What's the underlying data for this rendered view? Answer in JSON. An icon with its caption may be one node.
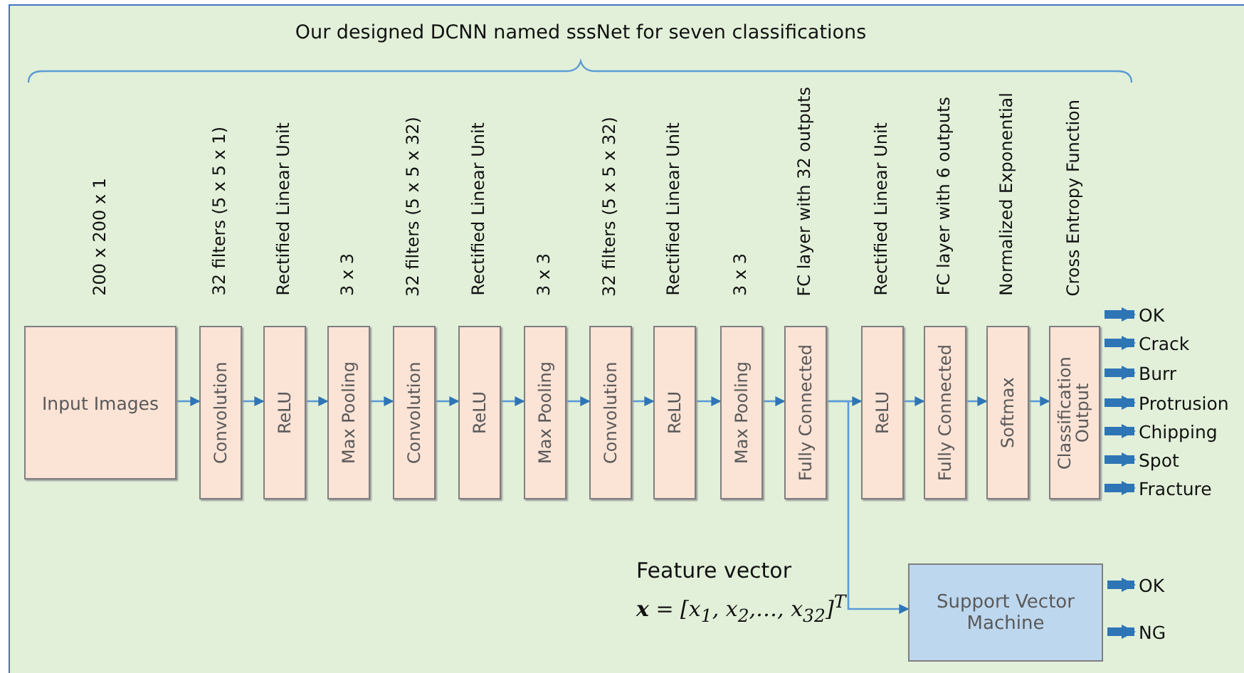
{
  "diagram": {
    "title": "Our designed DCNN named sssNet for seven classifications",
    "nodes": [
      {
        "text": [
          "Input Images"
        ],
        "beside": [
          "200 x 200 x 1"
        ]
      },
      {
        "text": [
          "Convolution"
        ],
        "beside": [
          "32 filters (5 x 5 x 1)"
        ]
      },
      {
        "text": [
          "ReLU"
        ],
        "beside": [
          "Rectified Linear Unit"
        ]
      },
      {
        "text": [
          "Max Pooling"
        ],
        "beside": [
          "3 x 3"
        ]
      },
      {
        "text": [
          "Convolution"
        ],
        "beside": [
          "32 filters (5 x 5 x 32)"
        ]
      },
      {
        "text": [
          "ReLU"
        ],
        "beside": [
          "Rectified Linear Unit"
        ]
      },
      {
        "text": [
          "Max Pooling"
        ],
        "beside": [
          "3 x 3"
        ]
      },
      {
        "text": [
          "Convolution"
        ],
        "beside": [
          "32 filters (5 x 5 x 32)"
        ]
      },
      {
        "text": [
          "ReLU"
        ],
        "beside": [
          "Rectified Linear Unit"
        ]
      },
      {
        "text": [
          "Max Pooling"
        ],
        "beside": [
          "3 x 3"
        ]
      },
      {
        "text": [
          "Fully Connected"
        ],
        "beside": [
          "FC layer with 32 outputs"
        ]
      },
      {
        "text": [
          "ReLU"
        ],
        "beside": [
          "Rectified Linear Unit"
        ]
      },
      {
        "text": [
          "Fully Connected"
        ],
        "beside": [
          "FC layer with 6 outputs"
        ]
      },
      {
        "text": [
          "Softmax"
        ],
        "beside": [
          "Normalized Exponential"
        ]
      },
      {
        "text": [
          "Classification Output"
        ],
        "beside": [
          "Cross Entropy Function"
        ]
      },
      {
        "text": [
          "Support Vector Machine"
        ]
      },
      {
        "text": [
          "OK"
        ]
      },
      {
        "text": [
          "Crack"
        ]
      },
      {
        "text": [
          "Burr"
        ]
      },
      {
        "text": [
          "Protrusion"
        ]
      },
      {
        "text": [
          "Chipping"
        ]
      },
      {
        "text": [
          "Spot"
        ]
      },
      {
        "text": [
          "Fracture"
        ]
      },
      {
        "text": [
          "OK"
        ]
      },
      {
        "text": [
          "NG"
        ]
      }
    ],
    "edges": [
      {
        "from": 0,
        "to": 1,
        "arrow": "to"
      },
      {
        "from": 1,
        "to": 2,
        "arrow": "to"
      },
      {
        "from": 2,
        "to": 3,
        "arrow": "to"
      },
      {
        "from": 3,
        "to": 4,
        "arrow": "to"
      },
      {
        "from": 4,
        "to": 5,
        "arrow": "to"
      },
      {
        "from": 5,
        "to": 6,
        "arrow": "to"
      },
      {
        "from": 6,
        "to": 7,
        "arrow": "to"
      },
      {
        "from": 7,
        "to": 8,
        "arrow": "to"
      },
      {
        "from": 8,
        "to": 9,
        "arrow": "to"
      },
      {
        "from": 9,
        "to": 10,
        "arrow": "to"
      },
      {
        "from": 10,
        "to": 11,
        "arrow": "to"
      },
      {
        "from": 11,
        "to": 12,
        "arrow": "to"
      },
      {
        "from": 12,
        "to": 13,
        "arrow": "to"
      },
      {
        "from": 13,
        "to": 14,
        "arrow": "to"
      },
      {
        "from": 10,
        "to": 15,
        "arrow": "to"
      },
      {
        "from": 14,
        "to": 16,
        "arrow": "to",
        "style": "thick",
        "color": "#2e75b6"
      },
      {
        "from": 14,
        "to": 17,
        "arrow": "to",
        "style": "thick",
        "color": "#2e75b6"
      },
      {
        "from": 14,
        "to": 18,
        "arrow": "to",
        "style": "thick",
        "color": "#2e75b6"
      },
      {
        "from": 14,
        "to": 19,
        "arrow": "to",
        "style": "thick",
        "color": "#2e75b6"
      },
      {
        "from": 14,
        "to": 20,
        "arrow": "to",
        "style": "thick",
        "color": "#2e75b6"
      },
      {
        "from": 14,
        "to": 21,
        "arrow": "to",
        "style": "thick",
        "color": "#2e75b6"
      },
      {
        "from": 14,
        "to": 22,
        "arrow": "to",
        "style": "thick",
        "color": "#2e75b6"
      },
      {
        "from": 15,
        "to": 23,
        "arrow": "to",
        "style": "thick",
        "color": "#2e75b6"
      },
      {
        "from": 15,
        "to": 24,
        "arrow": "to",
        "style": "thick",
        "color": "#2e75b6"
      }
    ],
    "labels": [
      "Feature vector",
      "**x** = [x$_{1}$, x$_{2}$,…, x$_{32}$]$^{T}$"
    ]
  }
}
